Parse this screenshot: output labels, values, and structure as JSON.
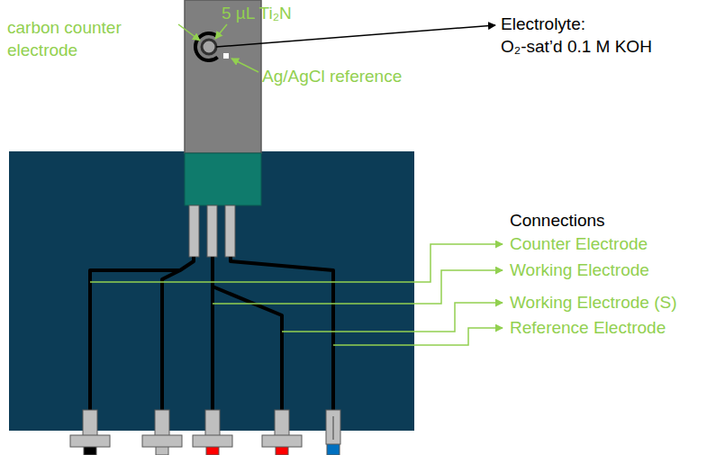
{
  "diagram": {
    "labels": [
      "carbon counter electrode",
      "5 µL Ti₂N",
      "Ag/AgCl reference",
      "Electrolyte:",
      "O₂-sat’d 0.1 M KOH",
      "Connections",
      "Counter Electrode",
      "Working Electrode",
      "Working Electrode (S)",
      "Reference Electrode"
    ]
  }
}
